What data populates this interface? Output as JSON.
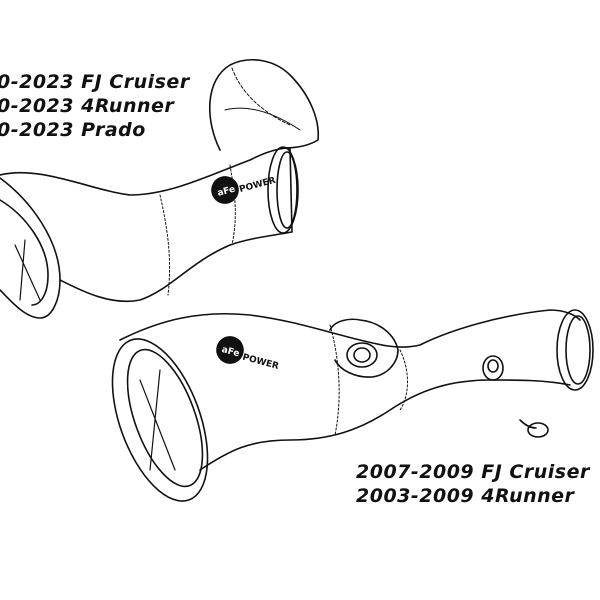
{
  "fitment_new": [
    "0-2023 FJ Cruiser",
    "0-2023 4Runner",
    "0-2023 Prado"
  ],
  "fitment_old": [
    "2007-2009 FJ Cruiser",
    "2003-2009 4Runner"
  ],
  "logo": {
    "brand": "aFe",
    "sub": "POWER"
  }
}
